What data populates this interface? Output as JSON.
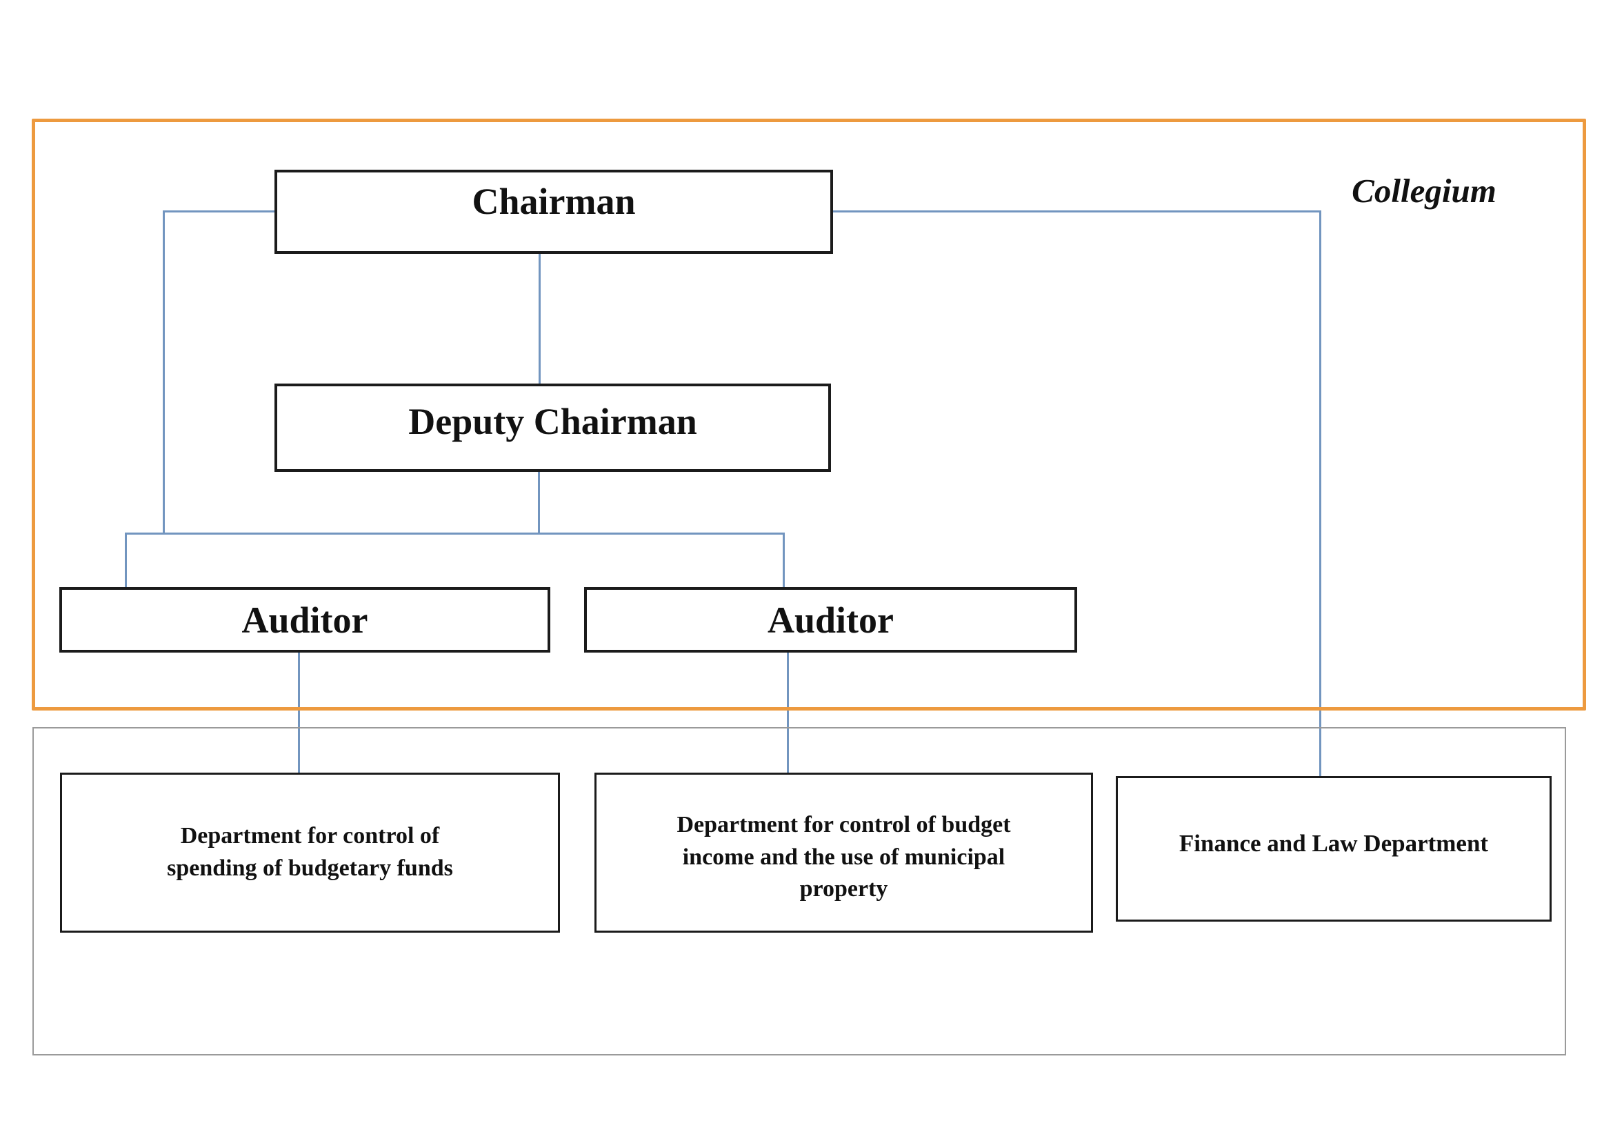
{
  "diagram": {
    "collegium_label": "Collegium",
    "nodes": {
      "chairman": "Chairman",
      "deputy_chairman": "Deputy Chairman",
      "auditor_left": "Auditor",
      "auditor_right": "Auditor",
      "dept_spending": "Department for control of\nspending of budgetary funds",
      "dept_income": "Department for control of budget\nincome and the use of municipal\nproperty",
      "dept_finance_law": "Finance and Law Department"
    },
    "colors": {
      "collegium_border": "#ED9A3F",
      "connector": "#7295BF",
      "outer_border": "#9A9A9A",
      "box_border": "#1B1B1B"
    }
  }
}
